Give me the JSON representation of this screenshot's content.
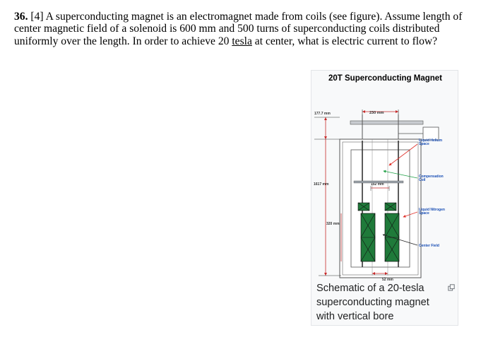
{
  "question": {
    "number": "36.",
    "points": "[4]",
    "text_1": " A superconducting magnet is an electromagnet made from coils (see figure). Assume length of center magnetic field of a solenoid is 600 mm and 500 turns of superconducting coils distributed uniformly over the length. In order to achieve 20 ",
    "tesla_word": "tesla",
    "text_2": " at center, what is electric current to flow?"
  },
  "figure": {
    "title": "20T Superconducting Magnet",
    "labels": {
      "top_width": "230 mm",
      "top_height": "177.7 mm",
      "total_height": "1617 mm",
      "bore_width": "152 mm",
      "coil_height": "320 mm",
      "bottom_width": "52 mm",
      "liquid_helium_1": "Liquid Helium",
      "liquid_helium_2": "Space",
      "compensation_1": "Compensation",
      "compensation_2": "Coil",
      "liquid_nitrogen_1": "Liquid Nitrogen",
      "liquid_nitrogen_2": "Space",
      "center_field": "Center Field"
    },
    "caption": "Schematic of a 20-tesla superconducting magnet with vertical bore",
    "colors": {
      "coil_green": "#1f7a3a",
      "arrow_green": "#1fa046",
      "arrow_red": "#e0312a",
      "dim_red": "#c62828"
    }
  }
}
